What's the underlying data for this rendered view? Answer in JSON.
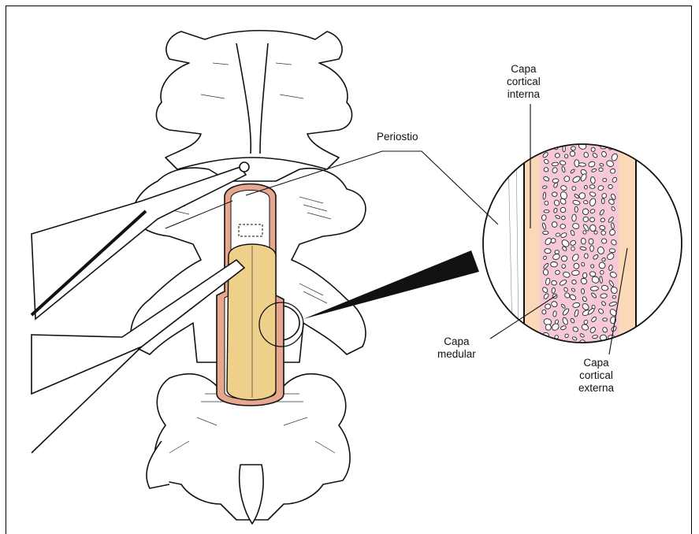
{
  "colors": {
    "medullary": "#f7c9d6",
    "cortical": "#fbd9b8",
    "graft": "#efd08a",
    "periosteum": "#e7a78f",
    "ink": "#111111"
  },
  "labels": {
    "periosteum": "Periostio",
    "inner_cortical": [
      "Capa",
      "cortical",
      "interna"
    ],
    "medullary": [
      "Capa",
      "medular"
    ],
    "outer_cortical": [
      "Capa",
      "cortical",
      "externa"
    ]
  }
}
